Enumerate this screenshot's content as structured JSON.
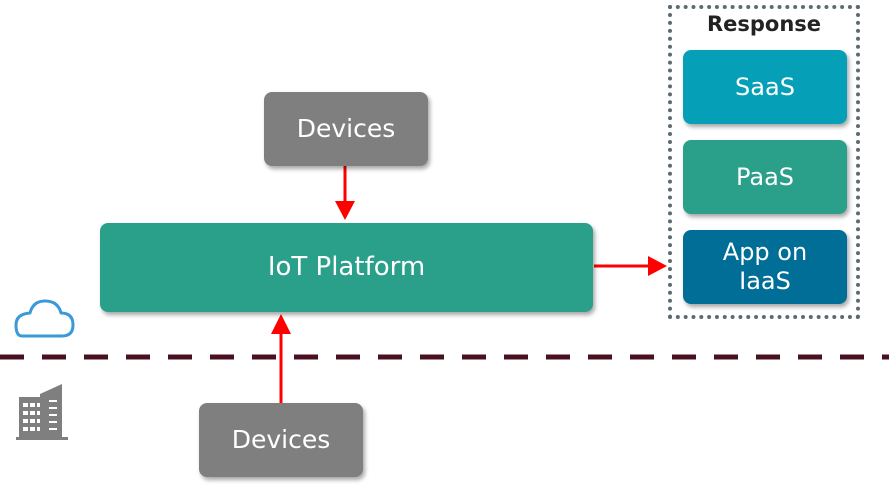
{
  "diagram": {
    "nodes": {
      "devices_top": "Devices",
      "iot_platform": "IoT Platform",
      "devices_bottom": "Devices"
    },
    "response": {
      "title": "Response",
      "items": [
        "SaaS",
        "PaaS",
        "App on IaaS"
      ]
    },
    "edges": [
      {
        "from": "Devices (cloud)",
        "to": "IoT Platform"
      },
      {
        "from": "Devices (on-premises)",
        "to": "IoT Platform"
      },
      {
        "from": "IoT Platform",
        "to": "Response"
      }
    ],
    "zones": {
      "upper": "cloud-icon",
      "lower": "building-icon"
    },
    "colors": {
      "devices": "#7f7f7f",
      "iot_platform": "#2a9f8a",
      "saas": "#05a0b8",
      "paas": "#2a9f8a",
      "iaas": "#006e96",
      "arrow": "#ff0000",
      "boundary": "#4a1020",
      "cloud": "#3a9ad9",
      "building": "#7f7f7f"
    }
  }
}
